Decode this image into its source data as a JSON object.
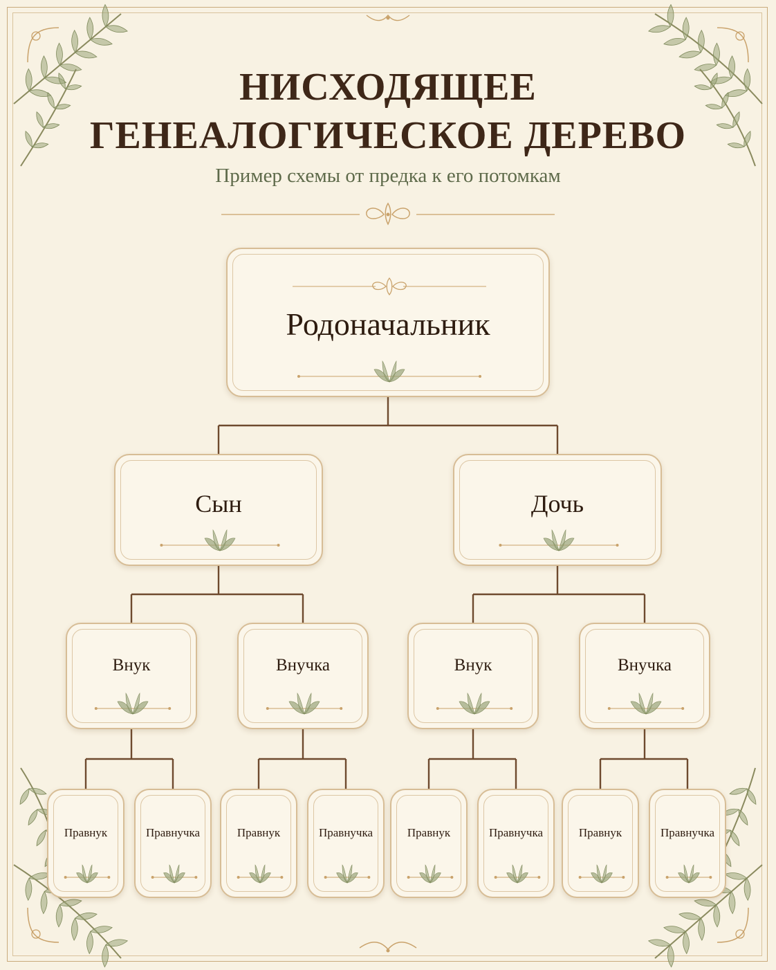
{
  "title": {
    "line1": "НИСХОДЯЩЕЕ",
    "line2": "ГЕНЕАЛОГИЧЕСКОЕ ДЕРЕВО"
  },
  "subtitle": "Пример схемы от предка к его потомкам",
  "colors": {
    "background": "#f8f2e3",
    "title": "#3e2718",
    "subtitle": "#5e6a4a",
    "connector": "#6e4a2e",
    "card_border": "#d7bd96",
    "ornament": "#c9a26b",
    "leaf": "#9aa57a"
  },
  "tree": {
    "root": "Родоначальник",
    "children": [
      {
        "label": "Сын",
        "children": [
          {
            "label": "Внук",
            "children": [
              {
                "label": "Правнук"
              },
              {
                "label": "Правнучка"
              }
            ]
          },
          {
            "label": "Внучка",
            "children": [
              {
                "label": "Правнук"
              },
              {
                "label": "Правнучка"
              }
            ]
          }
        ]
      },
      {
        "label": "Дочь",
        "children": [
          {
            "label": "Внук",
            "children": [
              {
                "label": "Правнук"
              },
              {
                "label": "Правнучка"
              }
            ]
          },
          {
            "label": "Внучка",
            "children": [
              {
                "label": "Правнук"
              },
              {
                "label": "Правнучка"
              }
            ]
          }
        ]
      }
    ]
  },
  "icons": [
    "laurel-sprig-icon",
    "flourish-ornament-icon",
    "corner-branch-icon"
  ]
}
